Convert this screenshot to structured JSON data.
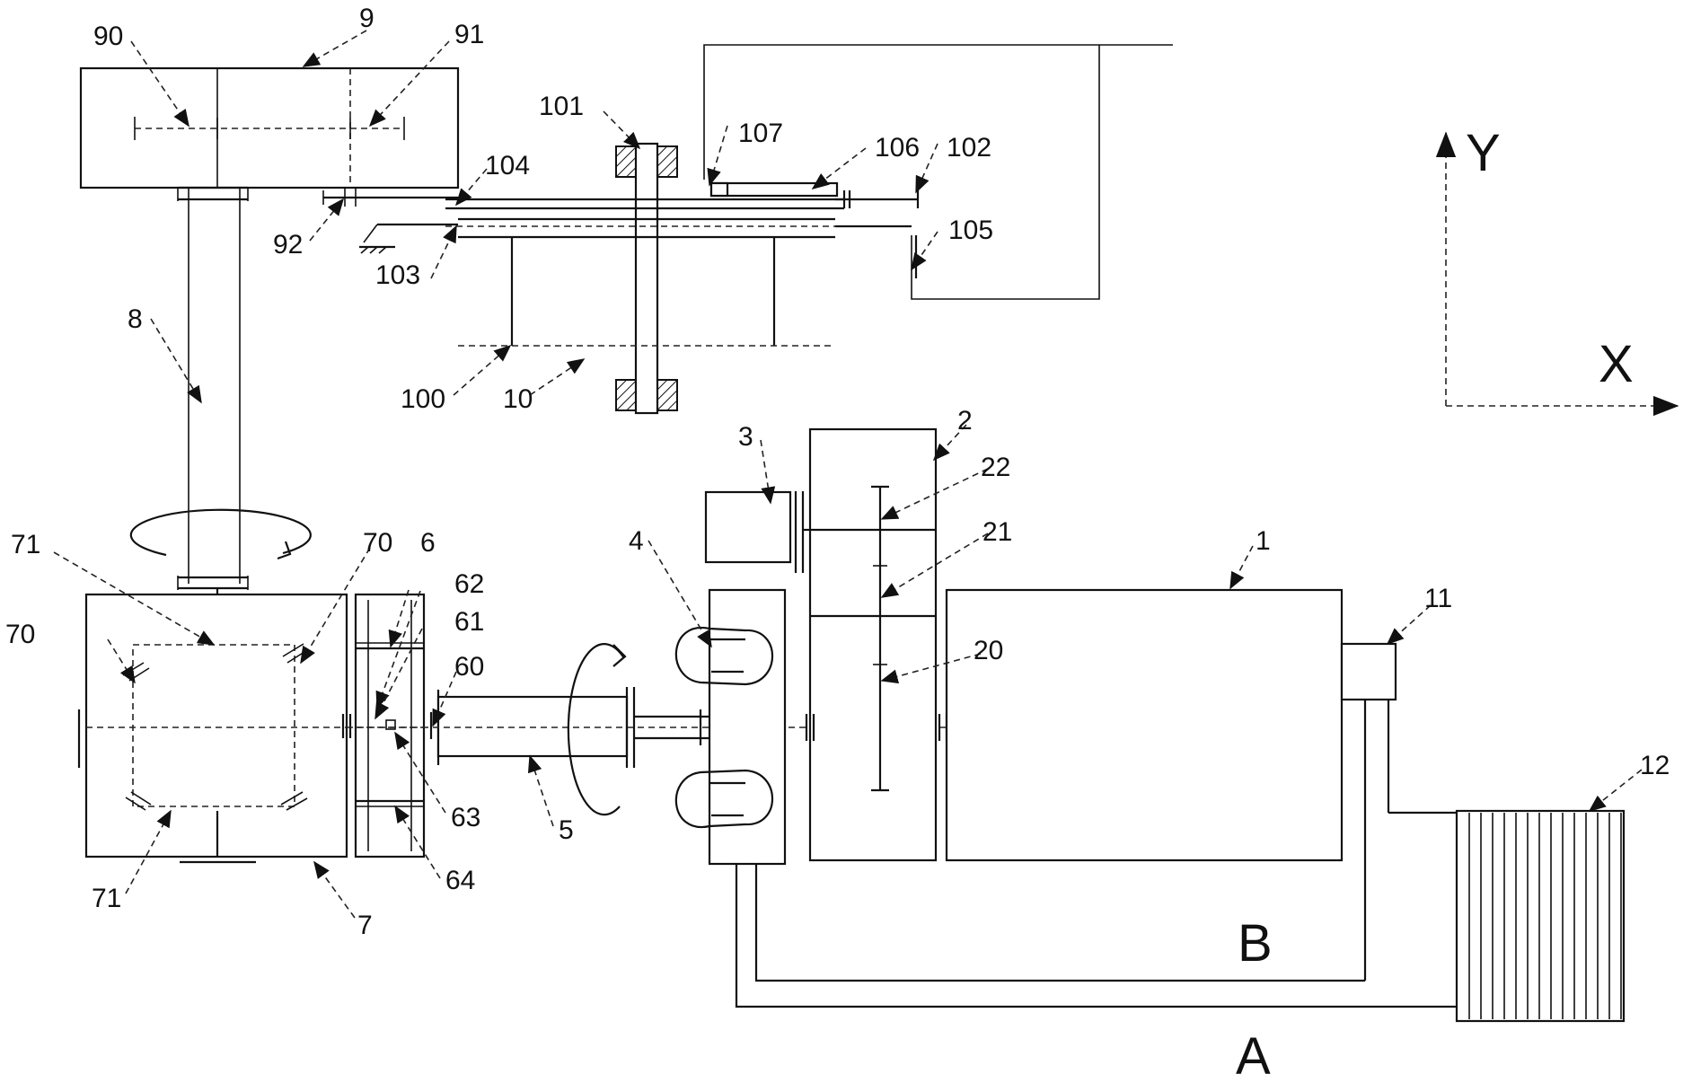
{
  "labels": {
    "l1": "1",
    "l2": "2",
    "l3": "3",
    "l4": "4",
    "l5": "5",
    "l6": "6",
    "l7": "7",
    "l8": "8",
    "l9": "9",
    "l10": "10",
    "l11": "11",
    "l12": "12",
    "l20": "20",
    "l21": "21",
    "l22": "22",
    "l60": "60",
    "l61": "61",
    "l62": "62",
    "l63": "63",
    "l64": "64",
    "l70a": "70",
    "l70b": "70",
    "l71a": "71",
    "l71b": "71",
    "l90": "90",
    "l91": "91",
    "l92": "92",
    "l100": "100",
    "l101": "101",
    "l102": "102",
    "l103": "103",
    "l104": "104",
    "l105": "105",
    "l106": "106",
    "l107": "107"
  },
  "axes": {
    "x": "X",
    "y": "Y"
  },
  "circuits": {
    "a": "A",
    "b": "B"
  }
}
